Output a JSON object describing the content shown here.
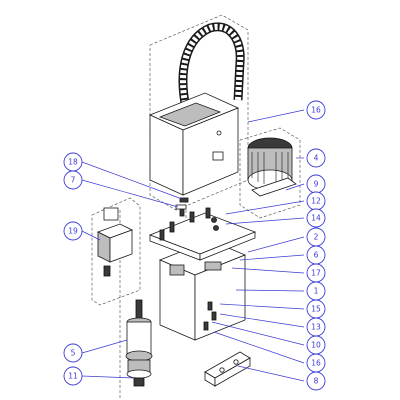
{
  "callouts": [
    {
      "label": "16"
    },
    {
      "label": "4"
    },
    {
      "label": "9"
    },
    {
      "label": "12"
    },
    {
      "label": "14"
    },
    {
      "label": "2"
    },
    {
      "label": "6"
    },
    {
      "label": "17"
    },
    {
      "label": "1"
    },
    {
      "label": "15"
    },
    {
      "label": "13"
    },
    {
      "label": "10"
    },
    {
      "label": "16"
    },
    {
      "label": "8"
    },
    {
      "label": "18"
    },
    {
      "label": "7"
    },
    {
      "label": "19"
    },
    {
      "label": "5"
    },
    {
      "label": "11"
    }
  ],
  "colors": {
    "callout": "#3b3bd6",
    "line": "#1a1a1a",
    "fill": "#ffffff"
  }
}
